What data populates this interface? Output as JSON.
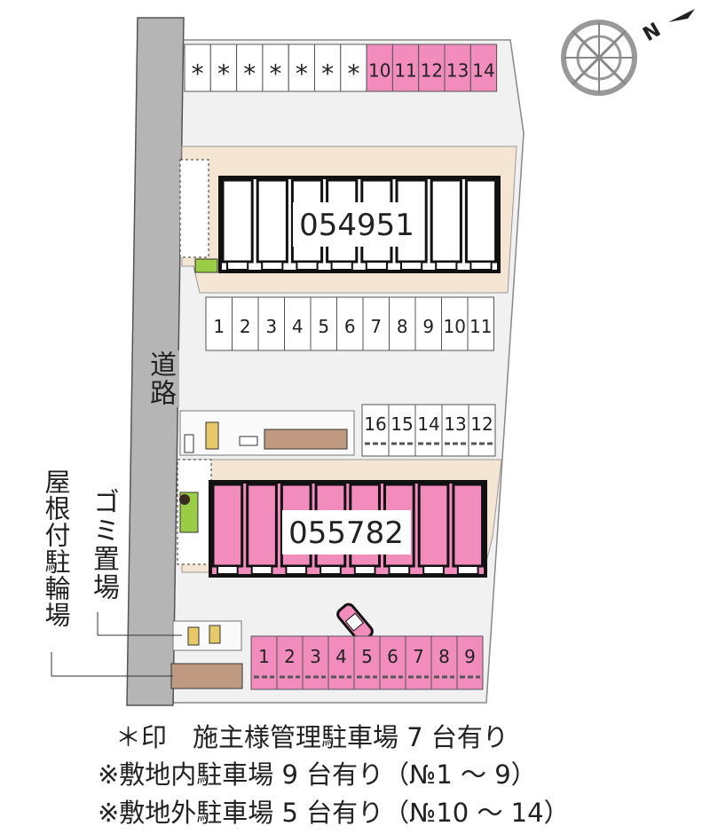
{
  "labels": {
    "road": "道路",
    "garbage": "ゴミ置場",
    "bicycle": "屋根付駐輪場"
  },
  "buildings": [
    {
      "id": "054951"
    },
    {
      "id": "055782"
    }
  ],
  "top_parking": [
    "*",
    "*",
    "*",
    "*",
    "*",
    "*",
    "*",
    "10",
    "11",
    "12",
    "13",
    "14"
  ],
  "middle_parking": [
    "1",
    "2",
    "3",
    "4",
    "5",
    "6",
    "7",
    "8",
    "9",
    "10",
    "11"
  ],
  "side_parking": [
    "16",
    "15",
    "14",
    "13",
    "12"
  ],
  "bottom_parking": [
    "1",
    "2",
    "3",
    "4",
    "5",
    "6",
    "7",
    "8",
    "9"
  ],
  "compass": {
    "label": "N"
  },
  "notes": [
    "＊印　施主様管理駐車場 7 台有り",
    "※敷地内駐車場 9 台有り（№1 ～ 9）",
    "※敷地外駐車場 5 台有り（№10 ～ 14）"
  ],
  "colors": {
    "pink": "#f18cbd",
    "road": "#b5b5b5",
    "site": "#f1f1f1",
    "beige": "#f5e6d3",
    "brown": "#c09a80",
    "green": "#9acd45"
  }
}
